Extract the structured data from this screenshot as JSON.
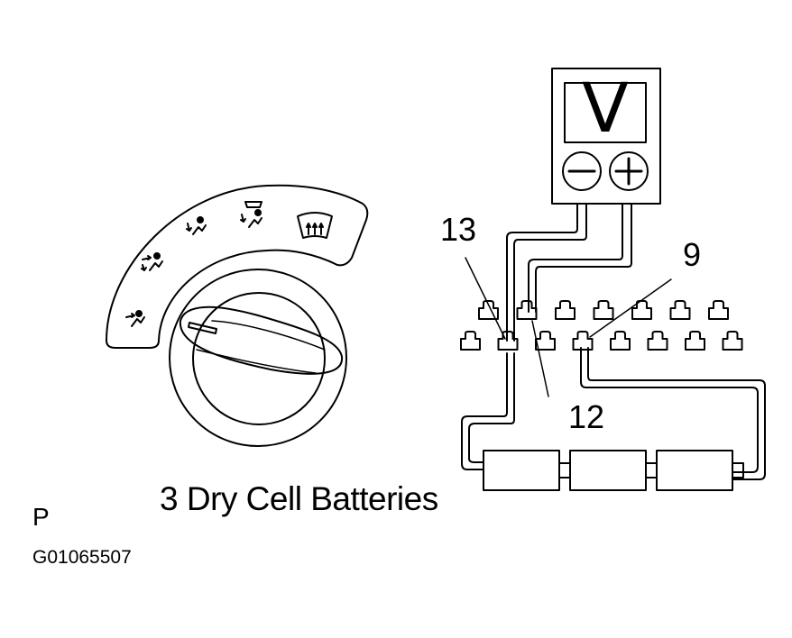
{
  "labels": {
    "terminal_13": "13",
    "terminal_9": "9",
    "terminal_12": "12",
    "batteries": "3 Dry Cell Batteries",
    "view_letter": "P",
    "figure_code": "G01065507"
  },
  "voltmeter": {
    "display": "V",
    "negative_terminal": "−",
    "positive_terminal": "+"
  },
  "connector": {
    "top_row_pins": 7,
    "bottom_row_pins": 8
  },
  "battery": {
    "cells": 3
  },
  "mode_selector": {
    "icons": [
      "face-vent-icon",
      "bi-level-icon",
      "foot-icon",
      "foot-defrost-icon",
      "defrost-icon"
    ]
  },
  "colors": {
    "ink": "#000000",
    "paper": "#ffffff"
  }
}
